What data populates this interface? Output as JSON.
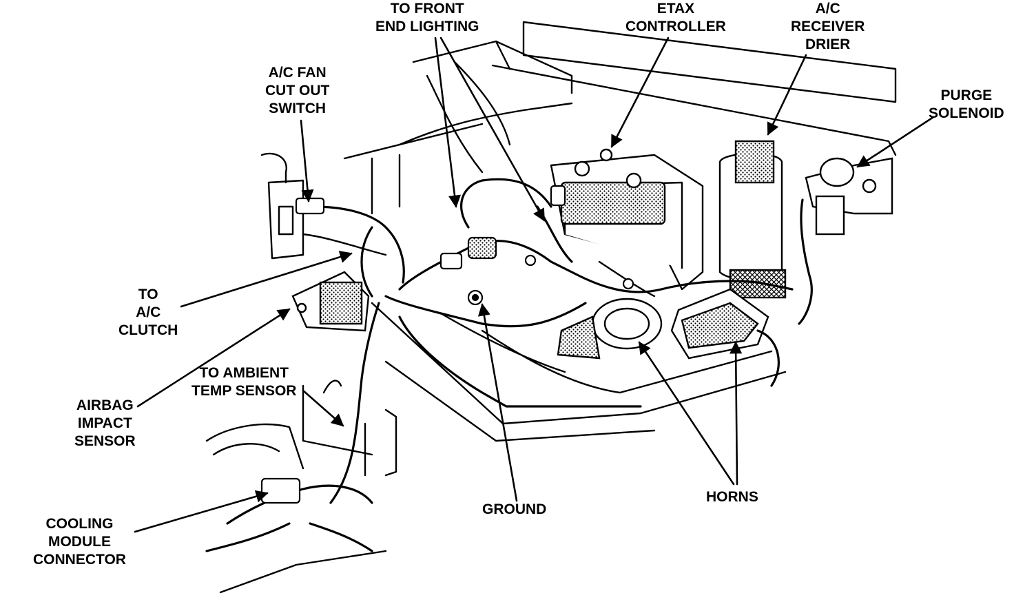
{
  "colors": {
    "ink": "#000000",
    "paper": "#ffffff"
  },
  "labels": {
    "to_front_end_lighting": [
      "TO FRONT",
      "END LIGHTING"
    ],
    "etax_controller": [
      "ETAX",
      "CONTROLLER"
    ],
    "ac_receiver_drier": [
      "A/C",
      "RECEIVER",
      "DRIER"
    ],
    "ac_fan_cut_out_switch": [
      "A/C FAN",
      "CUT OUT",
      "SWITCH"
    ],
    "purge_solenoid": [
      "PURGE",
      "SOLENOID"
    ],
    "to_ac_clutch": [
      "TO",
      "A/C",
      "CLUTCH"
    ],
    "airbag_impact_sensor": [
      "AIRBAG",
      "IMPACT",
      "SENSOR"
    ],
    "to_ambient_temp_sensor": [
      "TO AMBIENT",
      "TEMP SENSOR"
    ],
    "cooling_module_connector": [
      "COOLING",
      "MODULE",
      "CONNECTOR"
    ],
    "ground": [
      "GROUND"
    ],
    "horns": [
      "HORNS"
    ]
  }
}
